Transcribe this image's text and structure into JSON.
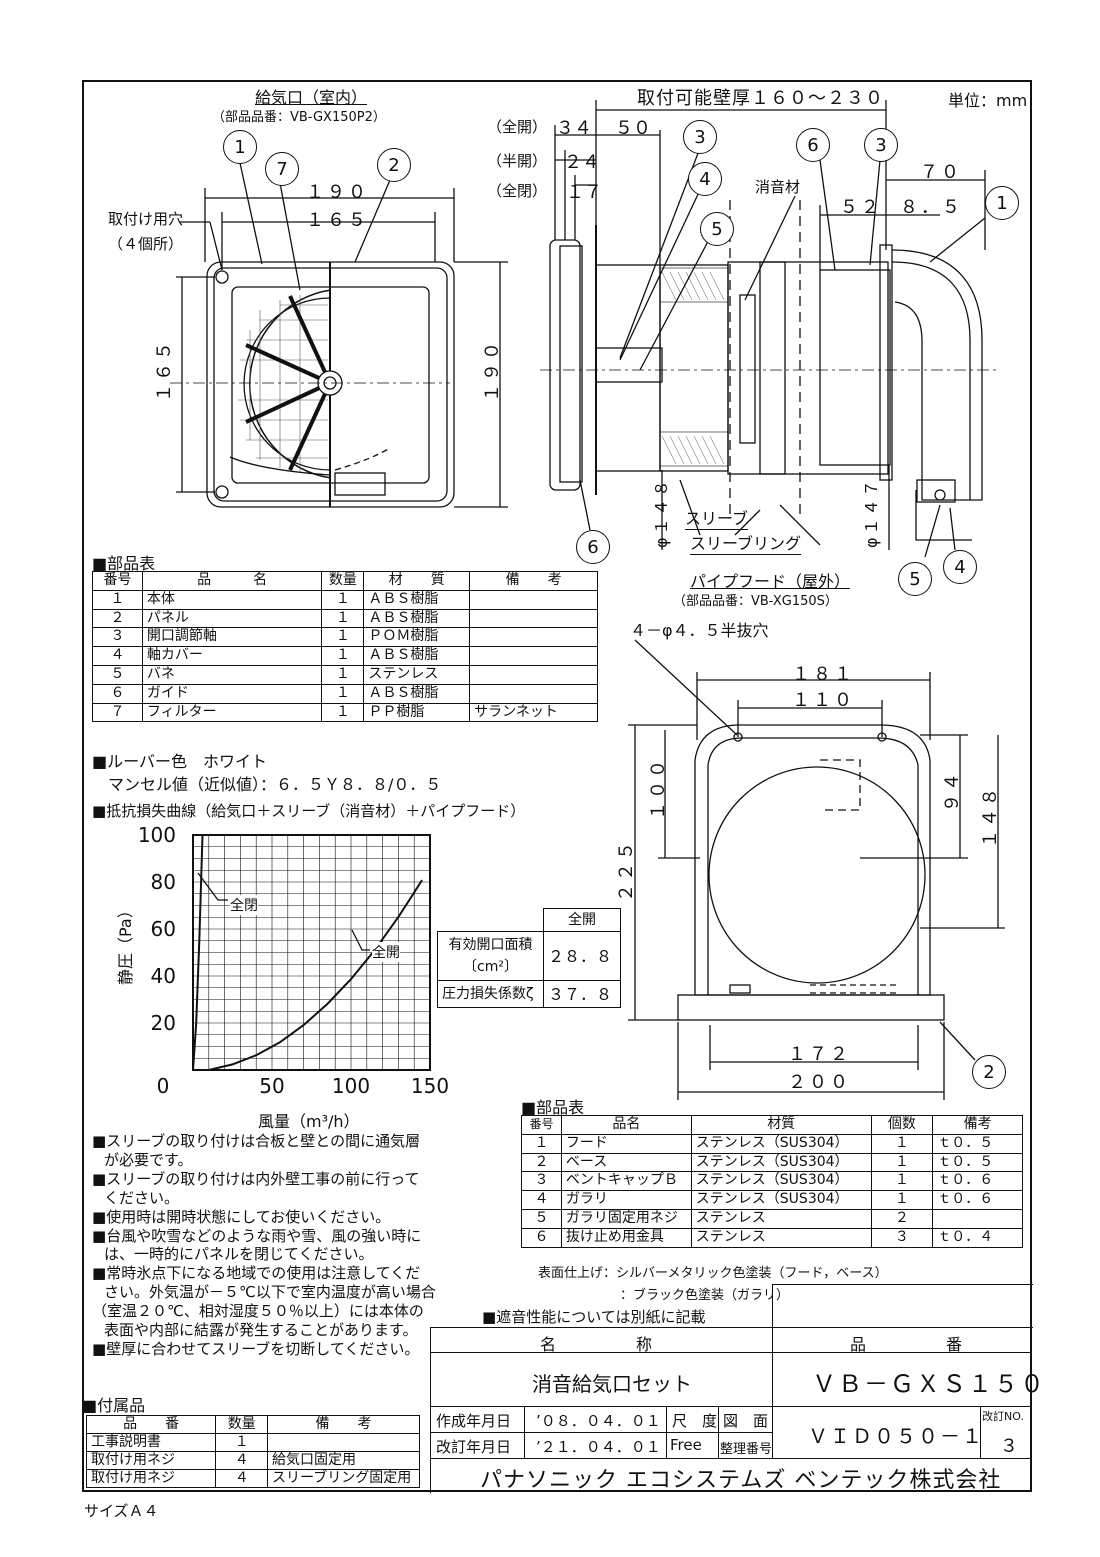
{
  "header": {
    "unit": "単位：mm"
  },
  "front_view": {
    "title": "給気口（室内）",
    "part_no": "（部品品番：VB-GX150P2）",
    "hole_label_1": "取付け用穴",
    "hole_label_2": "（４個所）",
    "dim_190_top": "１９０",
    "dim_165_top": "１６５",
    "dim_165_side": "１６５",
    "dim_190_side": "１９０",
    "callouts": [
      "1",
      "7",
      "2"
    ]
  },
  "side_view": {
    "wall_thickness": "取付可能壁厚１６０～２３０",
    "open_full_1": "（全開）",
    "open_half": "（半開）",
    "open_full_2": "（全閉）",
    "dim_34": "３４",
    "dim_24": "２４",
    "dim_17": "１７",
    "dim_50": "５０",
    "sound_material": "消音材",
    "dim_70": "７０",
    "dim_52": "５２",
    "dim_8_5": "８．５",
    "dia_148": "φ１４８",
    "dia_147": "φ１４７",
    "sleeve": "スリーブ",
    "sleeve_ring": "スリーブリング",
    "callouts": [
      "3",
      "4",
      "5",
      "6",
      "3",
      "1",
      "6",
      "5",
      "4"
    ]
  },
  "hood_view": {
    "title": "パイプフード（屋外）",
    "part_no": "（部品品番：VB-XG150S）",
    "holes": "４－φ４．５半抜穴",
    "dim_181": "１８１",
    "dim_110": "１１０",
    "dim_100": "１００",
    "dim_225": "２２５",
    "dim_94": "９４",
    "dim_148": "１４８",
    "dim_172": "１７２",
    "dim_200": "２００",
    "callout": "2"
  },
  "parts_table_1": {
    "heading": "部品表",
    "headers": [
      "番号",
      "品　　　名",
      "数量",
      "材　　質",
      "備　　考"
    ],
    "rows": [
      [
        "１",
        "本体",
        "１",
        "ＡＢＳ樹脂",
        ""
      ],
      [
        "２",
        "パネル",
        "１",
        "ＡＢＳ樹脂",
        ""
      ],
      [
        "３",
        "開口調節軸",
        "１",
        "ＰＯＭ樹脂",
        ""
      ],
      [
        "４",
        "軸カバー",
        "１",
        "ＡＢＳ樹脂",
        ""
      ],
      [
        "５",
        "バネ",
        "１",
        "ステンレス",
        ""
      ],
      [
        "６",
        "ガイド",
        "１",
        "ＡＢＳ樹脂",
        ""
      ],
      [
        "７",
        "フィルター",
        "１",
        "ＰＰ樹脂",
        "サランネット"
      ]
    ]
  },
  "louver": {
    "line1": "ルーバー色　ホワイト",
    "line2": "マンセル値（近似値）：６．５Ｙ８．８/０．５"
  },
  "chart_heading": "抵抗損失曲線（給気口＋スリーブ（消音材）＋パイプフード）",
  "chart_data": {
    "type": "line",
    "xlabel": "風量（m³/h）",
    "ylabel": "静圧（Pa）",
    "xlim": [
      0,
      150
    ],
    "ylim": [
      0,
      100
    ],
    "xticks": [
      "0",
      "50",
      "100",
      "150"
    ],
    "yticks": [
      "20",
      "40",
      "60",
      "80",
      "100"
    ],
    "grid": true,
    "series": [
      {
        "name": "全閉",
        "x": [
          0,
          2,
          4,
          6
        ],
        "y": [
          0,
          20,
          55,
          100
        ]
      },
      {
        "name": "全開",
        "x": [
          10,
          25,
          40,
          55,
          70,
          85,
          100,
          115,
          130,
          145
        ],
        "y": [
          0,
          2.4,
          6.3,
          11.8,
          19.1,
          28.1,
          38.7,
          51.0,
          65.1,
          80.8
        ]
      }
    ],
    "annotations": [
      "全閉",
      "全開"
    ]
  },
  "spec_table": {
    "header": "全開",
    "row1_label": "有効開口面積",
    "row1_unit": "〔cm²〕",
    "row1_value": "２８．８",
    "row2_label": "圧力損失係数ζ",
    "row2_value": "３７．８"
  },
  "parts_table_2": {
    "heading": "部品表",
    "headers": [
      "番号",
      "品名",
      "材質",
      "個数",
      "備考"
    ],
    "rows": [
      [
        "１",
        "フード",
        "ステンレス（SUS304）",
        "１",
        "ｔ０．５"
      ],
      [
        "２",
        "ベース",
        "ステンレス（SUS304）",
        "１",
        "ｔ０．５"
      ],
      [
        "３",
        "ベントキャップＢ",
        "ステンレス（SUS304）",
        "１",
        "ｔ０．６"
      ],
      [
        "４",
        "ガラリ",
        "ステンレス（SUS304）",
        "１",
        "ｔ０．６"
      ],
      [
        "５",
        "ガラリ固定用ネジ",
        "ステンレス",
        "２",
        ""
      ],
      [
        "６",
        "抜け止め用金具",
        "ステンレス",
        "３",
        "ｔ０．４"
      ]
    ],
    "finish_1": "表面仕上げ：シルバーメタリック色塗装（フード，ベース）",
    "finish_2": "：ブラック色塗装（ガラリ）"
  },
  "notes": [
    "スリーブの取り付けは合板と壁との間に通気層",
    "が必要です。",
    "スリーブの取り付けは内外壁工事の前に行って",
    "ください。",
    "使用時は開時状態にしてお使いください。",
    "台風や吹雪などのような雨や雪、風の強い時に",
    "は、一時的にパネルを閉じてください。",
    "常時氷点下になる地域での使用は注意してくだ",
    "さい。外気温が－５℃以下で室内温度が高い場合",
    "（室温２０℃、相対湿度５０％以上）には本体の",
    "表面や内部に結露が発生することがあります。",
    "壁厚に合わせてスリーブを切断してください。"
  ],
  "sound_note": "遮音性能については別紙に記載",
  "accessories": {
    "heading": "付属品",
    "headers": [
      "品　　番",
      "数量",
      "備　　考"
    ],
    "rows": [
      [
        "工事説明書",
        "１",
        ""
      ],
      [
        "取付け用ネジ",
        "４",
        "給気口固定用"
      ],
      [
        "取付け用ネジ",
        "４",
        "スリーブリング固定用"
      ]
    ]
  },
  "title_block": {
    "name_label": "名　　　　　称",
    "name": "消音給気口セット",
    "product_label": "品　　　　　番",
    "product": "ＶＢ－ＧＸＳ１５０",
    "created_label": "作成年月日",
    "created": "’０８．０４．０１",
    "revised_label": "改訂年月日",
    "revised": "’２１．０４．０１",
    "scale_label": "尺　度",
    "scale": "Free",
    "drawing_label": "図　面",
    "drawing_label2": "整理番号",
    "drawing_no": "ＶＩＤ０５０－１",
    "rev_label": "改訂NO.",
    "rev_no": "３",
    "company": "パナソニック エコシステムズ ベンテック株式会社"
  },
  "size": "サイズＡ４"
}
